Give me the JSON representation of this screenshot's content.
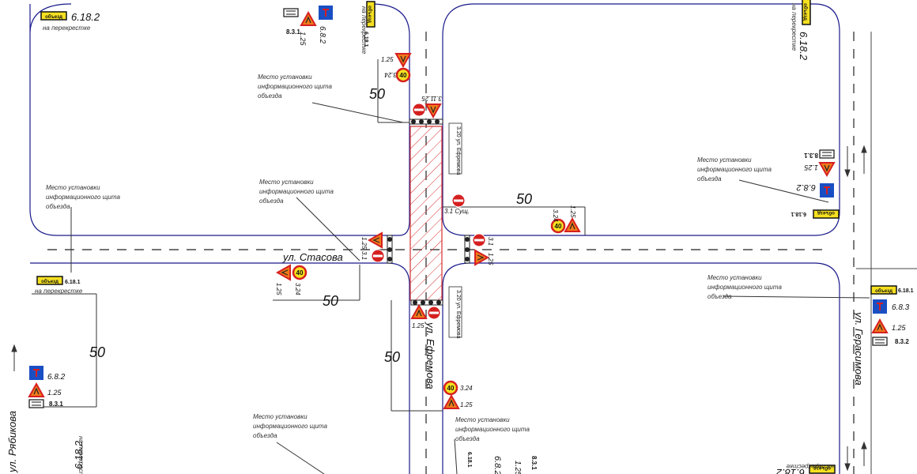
{
  "streets": {
    "stasova": "ул. Стасова",
    "efremova": "ул. Ефремова",
    "ryabikova": "ул. Рябикова",
    "gerasimova": "ул. Герасимова"
  },
  "labels": {
    "place_line1": "Место установки",
    "place_line2": "информационного щита",
    "place_line3": "объезда",
    "na_perekrestke": "на перекрестке",
    "obezd": "объезд",
    "sush": "3.1 Сущ.",
    "efremova_vert": "3.20 ул. Ефремова"
  },
  "distances": {
    "d50": "50"
  },
  "sign_codes": {
    "s6_18_2": "6.18.2",
    "s6_18_1": "6.18.1",
    "s6_8_2": "6.8.2",
    "s6_8_3": "6.8.3",
    "s8_3_1": "8.3.1",
    "s8_3_2": "8.3.2",
    "s1_25": "1.25",
    "s3_24": "3.24",
    "s3_1": "3.1",
    "speed": "40"
  },
  "colors": {
    "road_edge": "#1a1a8c",
    "sign_red": "#d62020",
    "sign_orange": "#f07a1a",
    "sign_yellow": "#f5e020",
    "sign_blue": "#1a4fc4",
    "hatch": "#d63030"
  }
}
